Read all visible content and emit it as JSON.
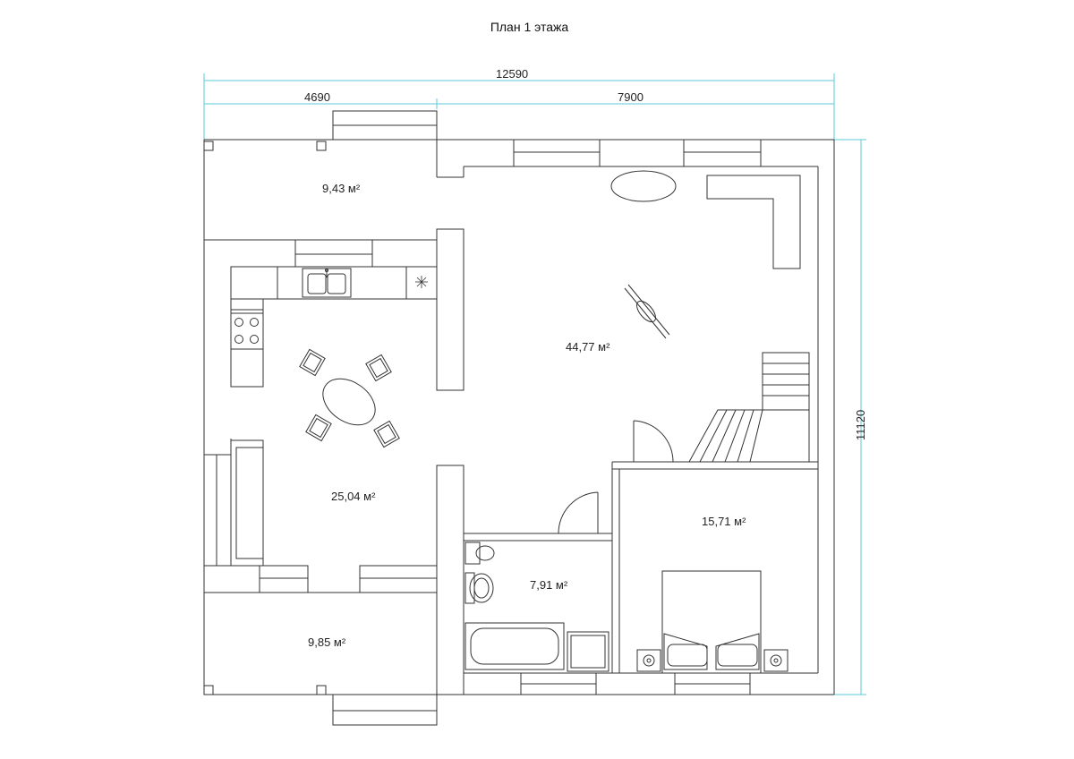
{
  "title": "План 1 этажа",
  "dimensions": {
    "overall_width": "12590",
    "left_width": "4690",
    "right_width": "7900",
    "overall_height": "11120"
  },
  "rooms": {
    "top_left": "9,43 м²",
    "living": "44,77 м²",
    "kitchen_dining": "25,04 м²",
    "bathroom": "7,91 м²",
    "bedroom": "15,71 м²",
    "bottom_left": "9,85 м²"
  },
  "colors": {
    "wall_line": "#333333",
    "dimension_line": "#5bc8d8",
    "background": "#ffffff"
  }
}
